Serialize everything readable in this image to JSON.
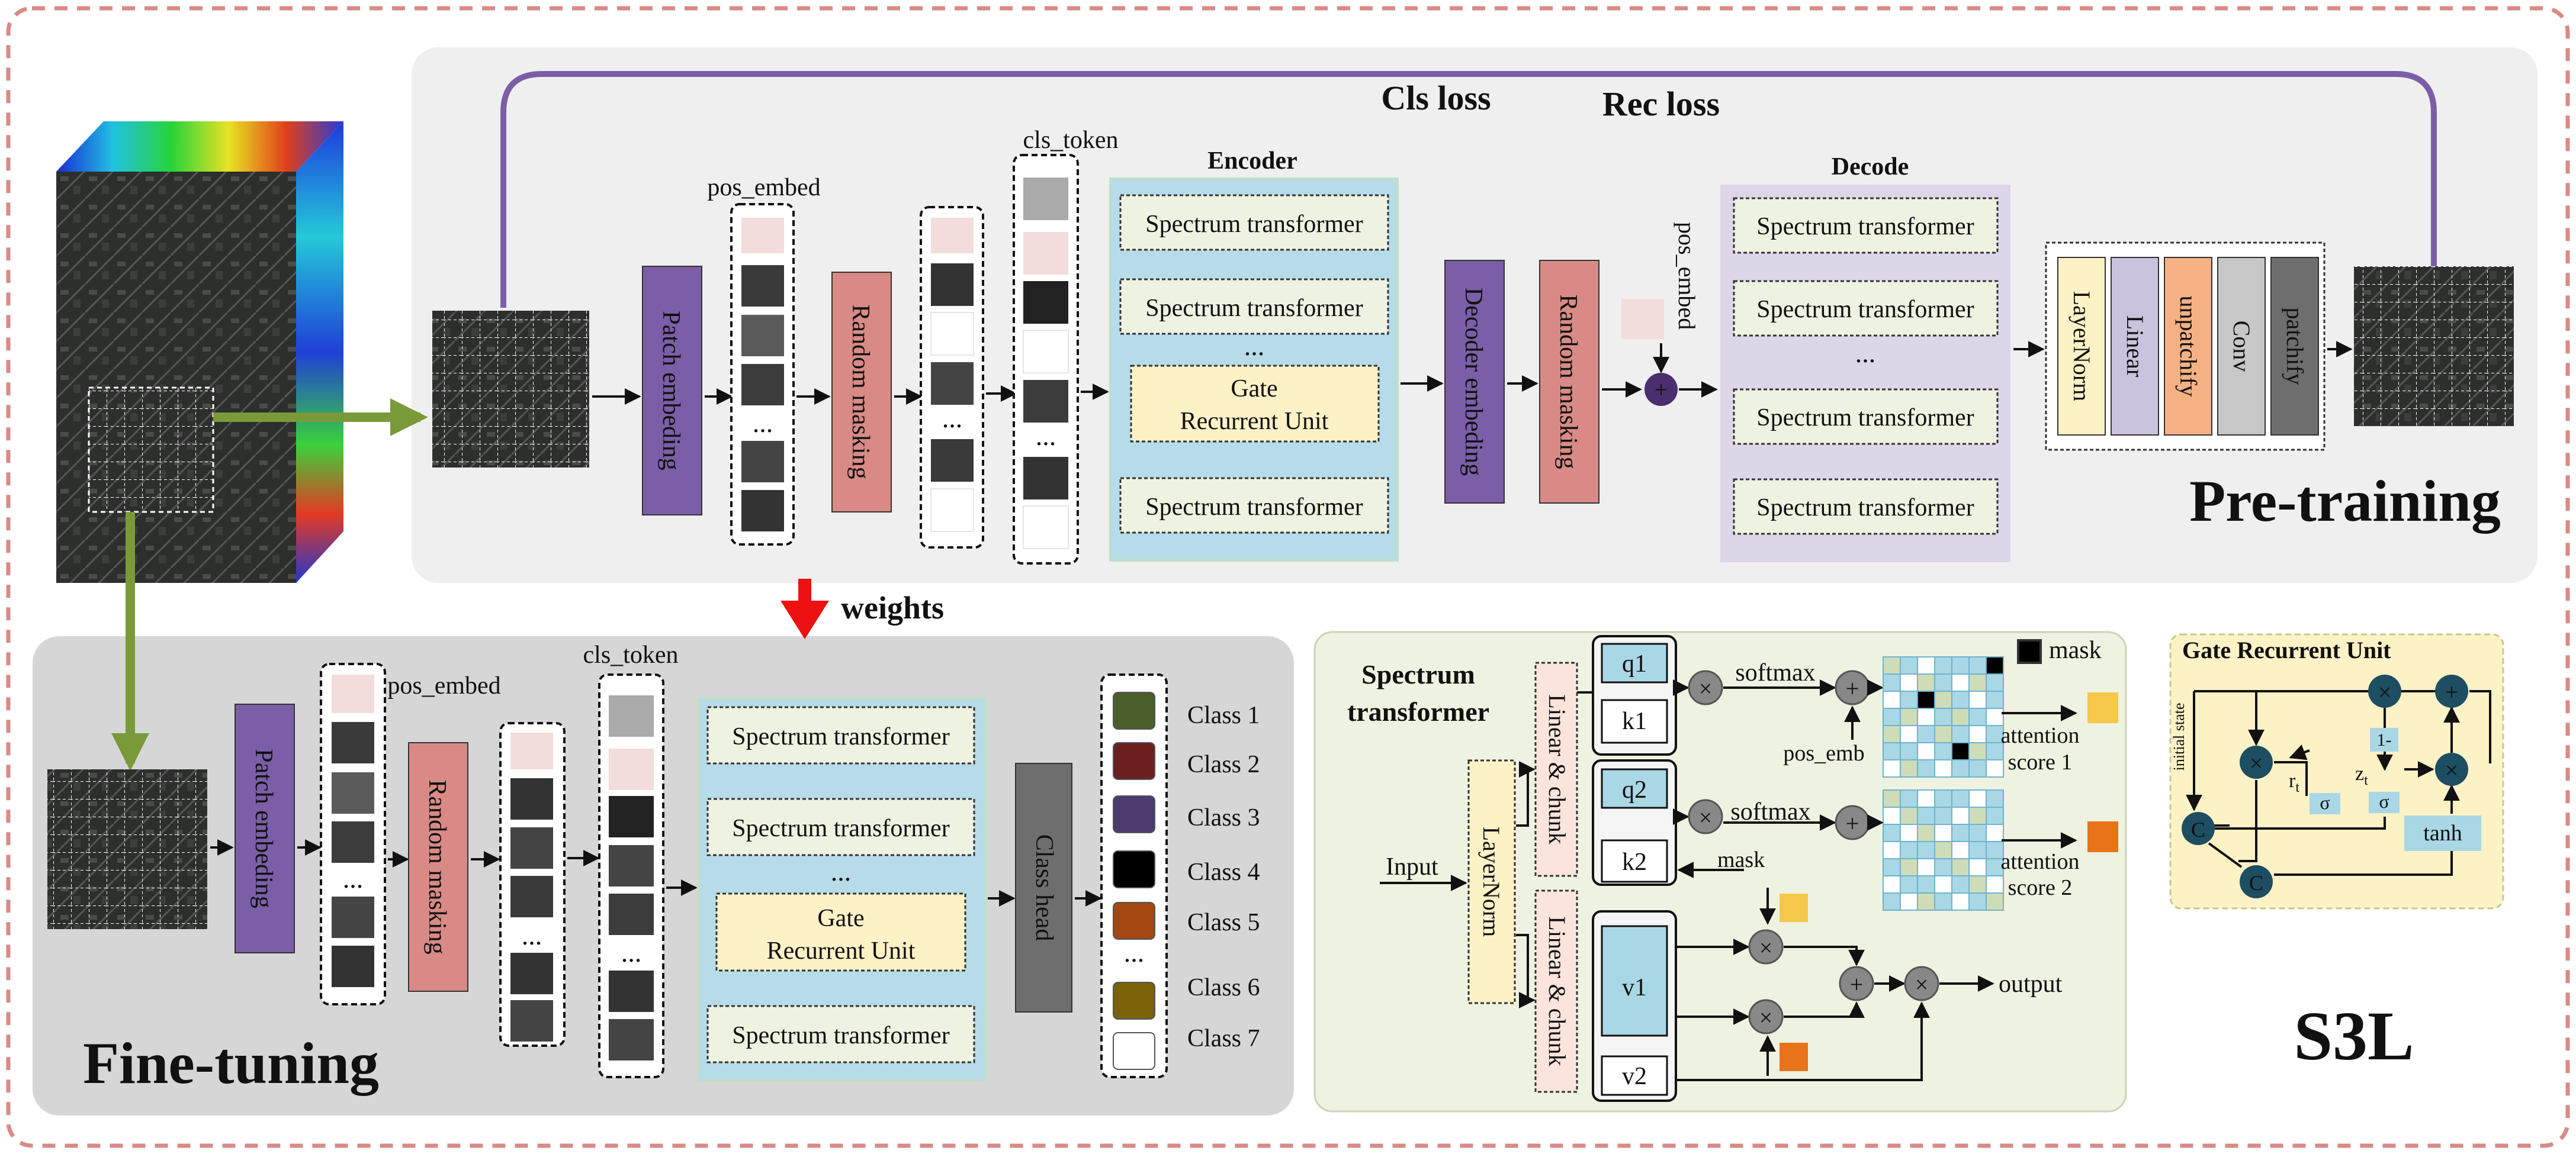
{
  "title": "S3L",
  "pretraining": {
    "title": "Pre-training",
    "cls_loss": "Cls loss",
    "rec_loss": "Rec loss",
    "pos_embed": "pos_embed",
    "cls_token": "cls_token",
    "patch_embedding": "Patch embeding",
    "random_masking": "Random masking",
    "encoder_title": "Encoder",
    "encoder_blocks": [
      "Spectrum transformer",
      "Spectrum transformer",
      "Spectrum transformer"
    ],
    "ellipsis": "...",
    "gru_line1": "Gate",
    "gru_line2": "Recurrent Unit",
    "decoder_embedding": "Decoder embeding",
    "random_masking2": "Random masking",
    "pos_embed2": "pos_embed",
    "decode_title": "Decode",
    "decode_blocks": [
      "Spectrum transformer",
      "Spectrum transformer",
      "Spectrum transformer",
      "Spectrum transformer"
    ],
    "recon_stack": [
      "LayerNorm",
      "Linear",
      "unpatchify",
      "Conv",
      "patchify"
    ]
  },
  "weights": "weights",
  "finetuning": {
    "title": "Fine-tuning",
    "pos_embed": "pos_embed",
    "cls_token": "cls_token",
    "patch_embedding": "Patch embeding",
    "random_masking": "Random masking",
    "blocks": [
      "Spectrum transformer",
      "Spectrum transformer",
      "Spectrum transformer"
    ],
    "ellipsis": "...",
    "gru_line1": "Gate",
    "gru_line2": "Recurrent Unit",
    "class_head": "Class head",
    "classes": [
      {
        "label": "Class 1",
        "color": "#4a5e2a"
      },
      {
        "label": "Class 2",
        "color": "#6b2020"
      },
      {
        "label": "Class 3",
        "color": "#4b3b70"
      },
      {
        "label": "Class 4",
        "color": "#000000"
      },
      {
        "label": "Class 5",
        "color": "#a44710"
      },
      {
        "label": "Class 6",
        "color": "#7a6208"
      },
      {
        "label": "Class 7",
        "color": "#ffffff"
      }
    ]
  },
  "spectrum": {
    "title_line1": "Spectrum",
    "title_line2": "transformer",
    "input": "Input",
    "layernorm": "LayerNorm",
    "linear_chunk1": "Linear & chunk",
    "linear_chunk2": "Linear & chunk",
    "q1": "q1",
    "k1": "k1",
    "q2": "q2",
    "k2": "k2",
    "v1": "v1",
    "v2": "v2",
    "softmax1": "softmax",
    "softmax2": "softmax",
    "pos_emb": "pos_emb",
    "mask_k2": "mask",
    "mask_legend": "mask",
    "att1_line1": "attention",
    "att1_line2": "score 1",
    "att2_line1": "attention",
    "att2_line2": "score 2",
    "output": "output",
    "att1_color": "#f5c84a",
    "att2_color": "#e8731a"
  },
  "gru": {
    "title": "Gate Recurrent Unit",
    "initial_state": "initial state",
    "r_label": "r",
    "r_sub": "t",
    "z_label": "z",
    "z_sub": "t",
    "sigma1": "σ",
    "sigma2": "σ",
    "one_minus": "1-",
    "tanh": "tanh",
    "c_label": "C",
    "c_label2": "C"
  },
  "colors": {
    "purple": "#7b5ea7",
    "pink": "#d98a86",
    "encoder_bg": "#b7dbe8",
    "decode_bg": "#ddd5e8",
    "st_block": "#eef2e1",
    "gru_block": "#fdf1c6",
    "green_arrow": "#7a9a3a",
    "red_arrow": "#ee1111",
    "loss_line": "#7b5ea7",
    "q_fill": "#a9d7e6"
  }
}
